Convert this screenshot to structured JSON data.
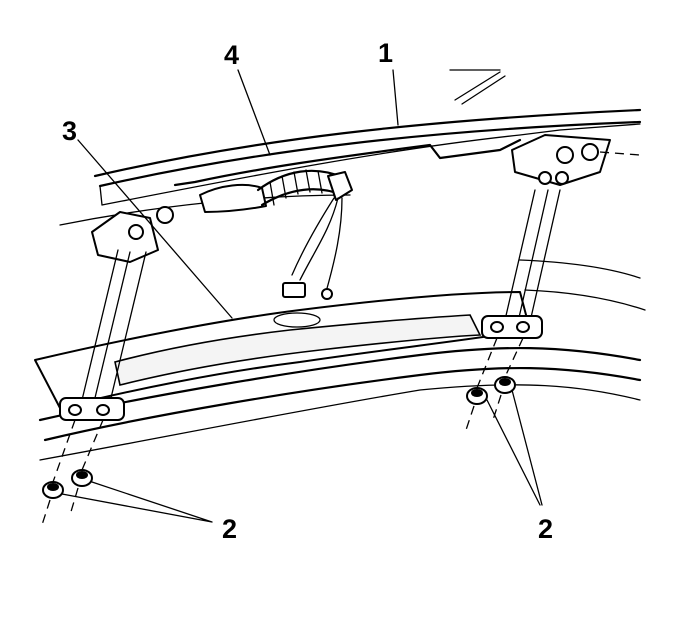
{
  "callouts": {
    "one": "1",
    "two_left": "2",
    "two_right": "2",
    "three": "3",
    "four": "4"
  }
}
